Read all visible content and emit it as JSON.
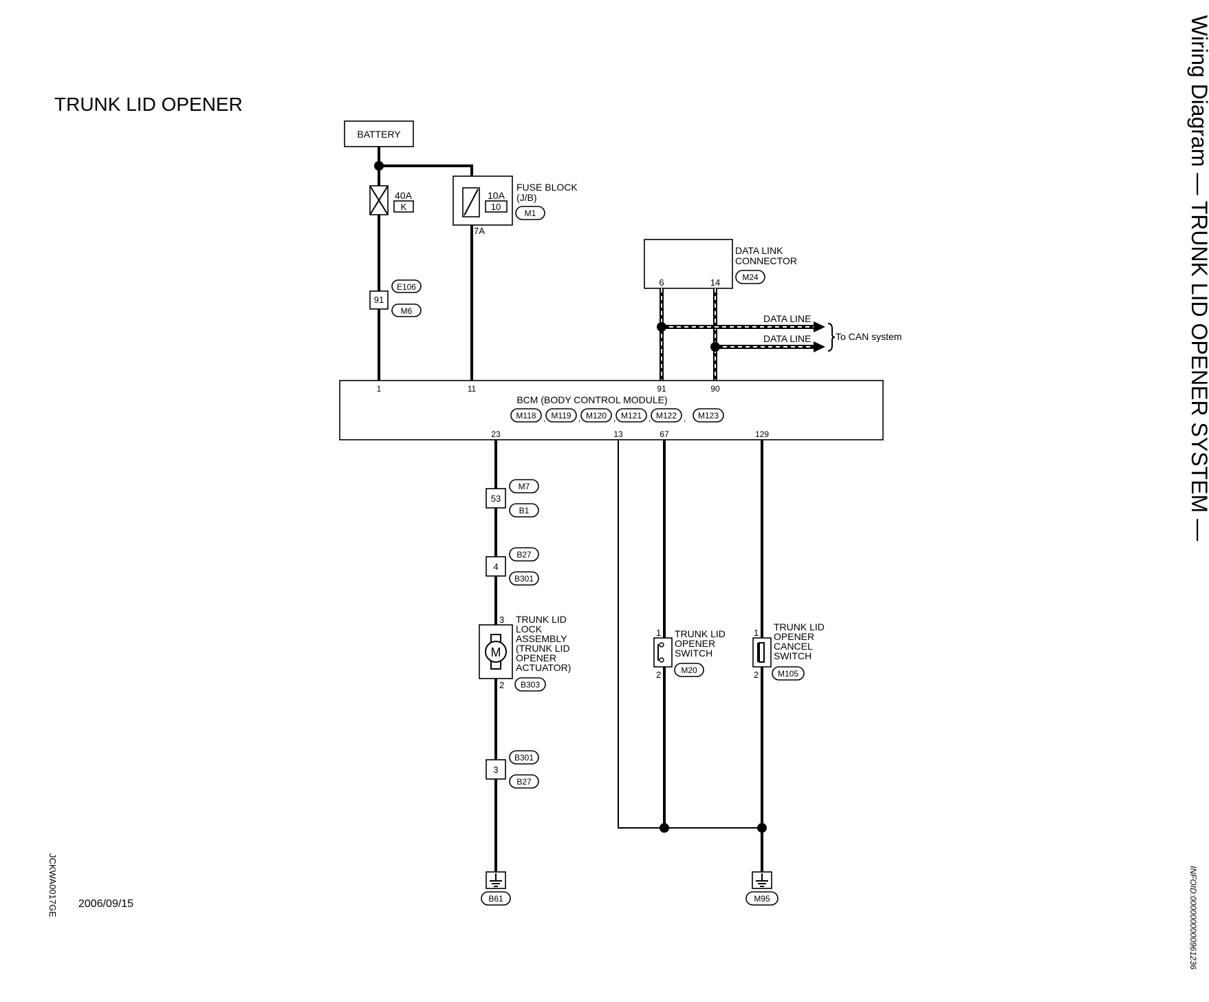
{
  "page_title": "TRUNK LID OPENER",
  "side_title": "Wiring Diagram — TRUNK LID OPENER SYSTEM —",
  "info_id": "INFOID:0000000000961236",
  "figure_code": "JCKWA0017GE",
  "date": "2006/09/15",
  "battery": "BATTERY",
  "fusible_link": {
    "rating": "40A",
    "code": "K"
  },
  "fuse_block": {
    "name_line1": "FUSE BLOCK",
    "name_line2": "(J/B)",
    "rating": "10A",
    "fuse_no": "10",
    "connector": "M1",
    "terminal": "7A"
  },
  "joint_91": {
    "pin": "91",
    "conn_a": "E106",
    "conn_b": "M6"
  },
  "dlc": {
    "line1": "DATA LINK",
    "line2": "CONNECTOR",
    "connector": "M24",
    "pin_a": "6",
    "pin_b": "14"
  },
  "data_line_1": "DATA LINE",
  "data_line_2": "DATA LINE",
  "can_note": "To CAN system",
  "bcm": {
    "name": "BCM (BODY CONTROL MODULE)",
    "connectors": [
      "M118",
      "M119",
      "M120",
      "M121",
      "M122",
      "M123"
    ],
    "separator": ",",
    "top_pins": [
      "1",
      "11",
      "91",
      "90"
    ],
    "bottom_pins": [
      "23",
      "13",
      "67",
      "129"
    ]
  },
  "joint_53": {
    "pin": "53",
    "conn_a": "M7",
    "conn_b": "B1"
  },
  "joint_4": {
    "pin": "4",
    "conn_a": "B27",
    "conn_b": "B301"
  },
  "actuator": {
    "lines": [
      "TRUNK LID",
      "LOCK",
      "ASSEMBLY",
      "(TRUNK LID",
      "OPENER",
      "ACTUATOR)"
    ],
    "symbol": "M",
    "pin_top": "3",
    "pin_bottom": "2",
    "connector": "B303"
  },
  "joint_3": {
    "pin": "3",
    "conn_a": "B301",
    "conn_b": "B27"
  },
  "opener_switch": {
    "lines": [
      "TRUNK LID",
      "OPENER",
      "SWITCH"
    ],
    "pin_top": "1",
    "pin_bottom": "2",
    "connector": "M20"
  },
  "cancel_switch": {
    "lines": [
      "TRUNK LID",
      "OPENER",
      "CANCEL",
      "SWITCH"
    ],
    "pin_top": "1",
    "pin_bottom": "2",
    "connector": "M105"
  },
  "ground_left": "B61",
  "ground_right": "M95"
}
